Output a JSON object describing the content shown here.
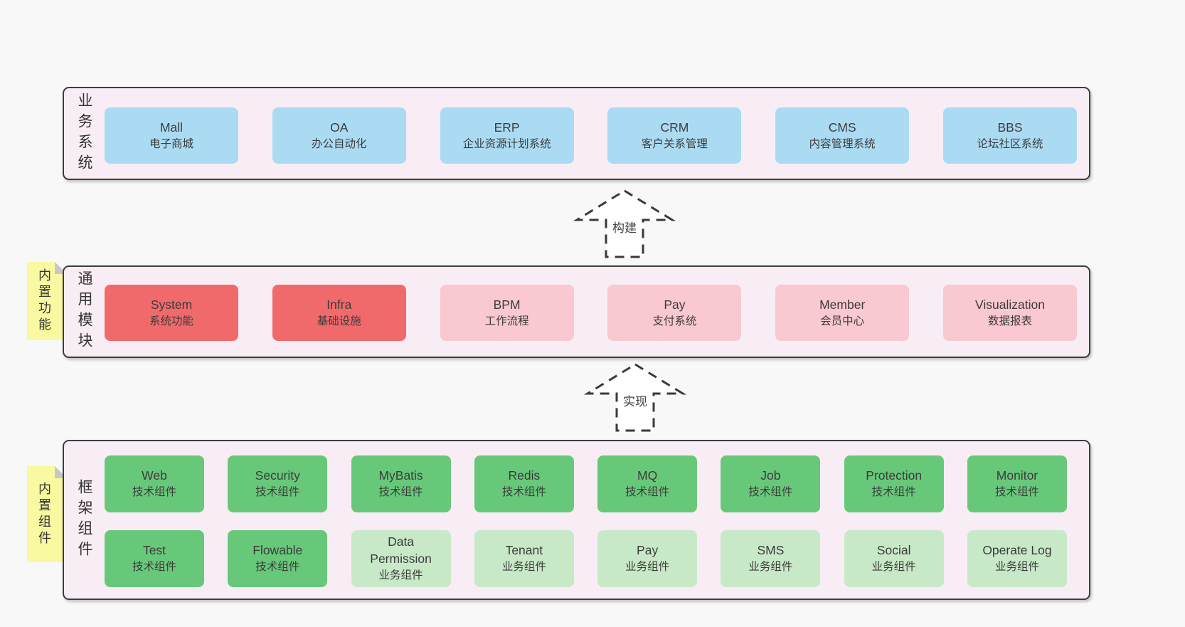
{
  "palette": {
    "page_bg": "#f8f8f8",
    "section_bg": "#f8edf5",
    "section_border": "#3d3d3d",
    "blue": "#abdbf3",
    "red": "#f06a6c",
    "pink": "#f9c8d0",
    "green": "#68c87a",
    "light_green": "#c8e9c8",
    "sticky_yellow": "#f9f9a1"
  },
  "arrows": [
    {
      "label": "构建"
    },
    {
      "label": "实现"
    }
  ],
  "sections": {
    "business": {
      "label": "业务系统",
      "items": [
        {
          "name": "Mall",
          "subtitle": "电子商城"
        },
        {
          "name": "OA",
          "subtitle": "办公自动化"
        },
        {
          "name": "ERP",
          "subtitle": "企业资源计划系统"
        },
        {
          "name": "CRM",
          "subtitle": "客户关系管理"
        },
        {
          "name": "CMS",
          "subtitle": "内容管理系统"
        },
        {
          "name": "BBS",
          "subtitle": "论坛社区系统"
        }
      ]
    },
    "modules": {
      "label": "通用模块",
      "sticky": "内置功能",
      "items": [
        {
          "name": "System",
          "subtitle": "系统功能"
        },
        {
          "name": "Infra",
          "subtitle": "基础设施"
        },
        {
          "name": "BPM",
          "subtitle": "工作流程"
        },
        {
          "name": "Pay",
          "subtitle": "支付系统"
        },
        {
          "name": "Member",
          "subtitle": "会员中心"
        },
        {
          "name": "Visualization",
          "subtitle": "数据报表"
        }
      ]
    },
    "components": {
      "label": "框架组件",
      "sticky": "内置组件",
      "row1": [
        {
          "name": "Web",
          "subtitle": "技术组件"
        },
        {
          "name": "Security",
          "subtitle": "技术组件"
        },
        {
          "name": "MyBatis",
          "subtitle": "技术组件"
        },
        {
          "name": "Redis",
          "subtitle": "技术组件"
        },
        {
          "name": "MQ",
          "subtitle": "技术组件"
        },
        {
          "name": "Job",
          "subtitle": "技术组件"
        },
        {
          "name": "Protection",
          "subtitle": "技术组件"
        },
        {
          "name": "Monitor",
          "subtitle": "技术组件"
        }
      ],
      "row2": [
        {
          "name": "Test",
          "subtitle": "技术组件"
        },
        {
          "name": "Flowable",
          "subtitle": "技术组件"
        },
        {
          "name": "Data\nPermission",
          "subtitle": "业务组件"
        },
        {
          "name": "Tenant",
          "subtitle": "业务组件"
        },
        {
          "name": "Pay",
          "subtitle": "业务组件"
        },
        {
          "name": "SMS",
          "subtitle": "业务组件"
        },
        {
          "name": "Social",
          "subtitle": "业务组件"
        },
        {
          "name": "Operate Log",
          "subtitle": "业务组件"
        }
      ]
    }
  }
}
